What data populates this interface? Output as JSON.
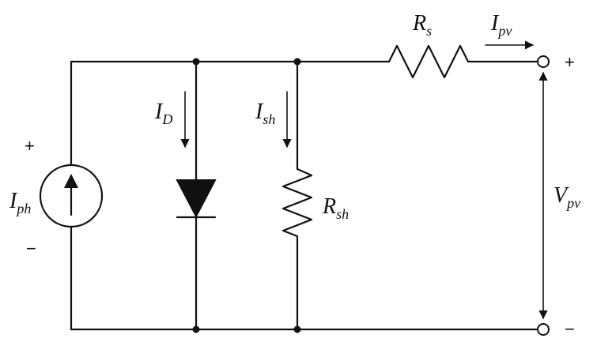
{
  "labels": {
    "iph": {
      "main": "I",
      "sub": "ph"
    },
    "id": {
      "main": "I",
      "sub": "D"
    },
    "ish": {
      "main": "I",
      "sub": "sh"
    },
    "rsh": {
      "main": "R",
      "sub": "sh"
    },
    "rs": {
      "main": "R",
      "sub": "s"
    },
    "ipv": {
      "main": "I",
      "sub": "pv"
    },
    "vpv": {
      "main": "V",
      "sub": "pv"
    }
  },
  "signs": {
    "source_plus": "+",
    "source_minus": "−",
    "terminal_plus": "+",
    "terminal_minus": "−"
  }
}
